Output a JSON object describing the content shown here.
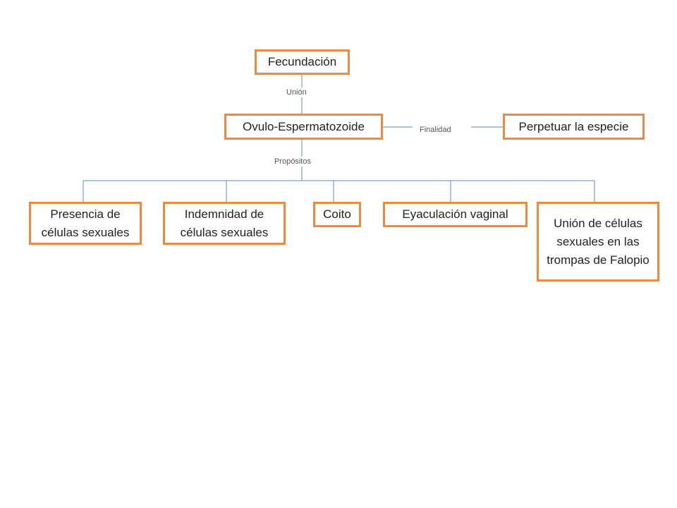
{
  "colors": {
    "node_border": "#ED8A3F",
    "connector": "#5B8BC9"
  },
  "nodes": {
    "fecundacion": "Fecundación",
    "ovulo": "Ovulo-Espermatozoide",
    "perpetuar": "Perpetuar la especie",
    "presencia": "Presencia de células sexuales",
    "indemnidad": "Indemnidad de células sexuales",
    "coito": "Coito",
    "eyaculacion": "Eyaculación vaginal",
    "union_celulas": "Unión de células sexuales en las trompas de Falopio"
  },
  "labels": {
    "union": "Unión",
    "finalidad": "Finalidad",
    "propositos": "Propósitos"
  }
}
